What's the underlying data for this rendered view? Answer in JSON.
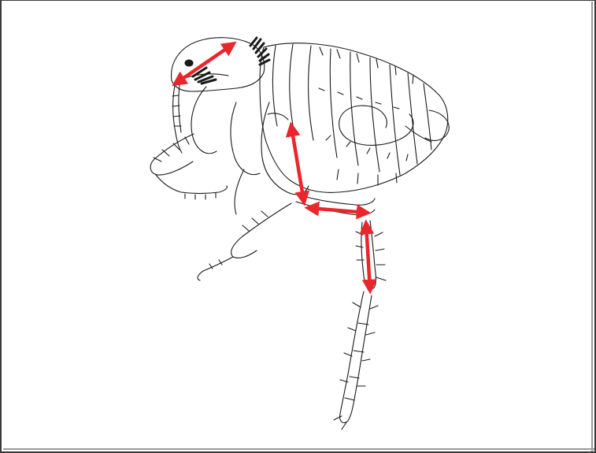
{
  "figure": {
    "subject": "flea-lateral-view",
    "colors": {
      "ink": "#1a1a1a",
      "arrow": "#e8262b",
      "background": "#ffffff",
      "frame": "#3a3a3a"
    },
    "measurement_arrows": [
      {
        "id": "head-length"
      },
      {
        "id": "femur-length"
      },
      {
        "id": "tibia-length"
      },
      {
        "id": "tarsus-segment-length"
      }
    ]
  }
}
